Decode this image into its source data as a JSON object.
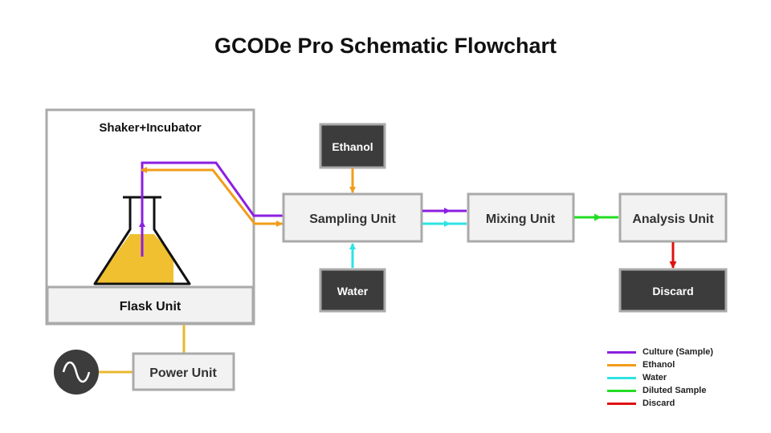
{
  "title": "GCODe Pro Schematic Flowchart",
  "nodes": {
    "shaker": "Shaker+Incubator",
    "flask": "Flask Unit",
    "power": "Power Unit",
    "sampling": "Sampling Unit",
    "mixing": "Mixing Unit",
    "analysis": "Analysis Unit",
    "ethanol": "Ethanol",
    "water": "Water",
    "discard": "Discard"
  },
  "colors": {
    "culture": "#8b1fe0",
    "ethanol": "#f29c1a",
    "water": "#2ee3e3",
    "diluted": "#22dd22",
    "discard": "#e01010",
    "power": "#e8b830",
    "dark_box": "#3c3c3c",
    "light_box": "#f2f2f2",
    "box_border": "#aaaaaa",
    "liquid": "#f0c030"
  },
  "legend": [
    {
      "label": "Culture (Sample)",
      "color": "#8b1fe0"
    },
    {
      "label": "Ethanol",
      "color": "#f29c1a"
    },
    {
      "label": "Water",
      "color": "#2ee3e3"
    },
    {
      "label": "Diluted Sample",
      "color": "#22dd22"
    },
    {
      "label": "Discard",
      "color": "#e01010"
    }
  ]
}
